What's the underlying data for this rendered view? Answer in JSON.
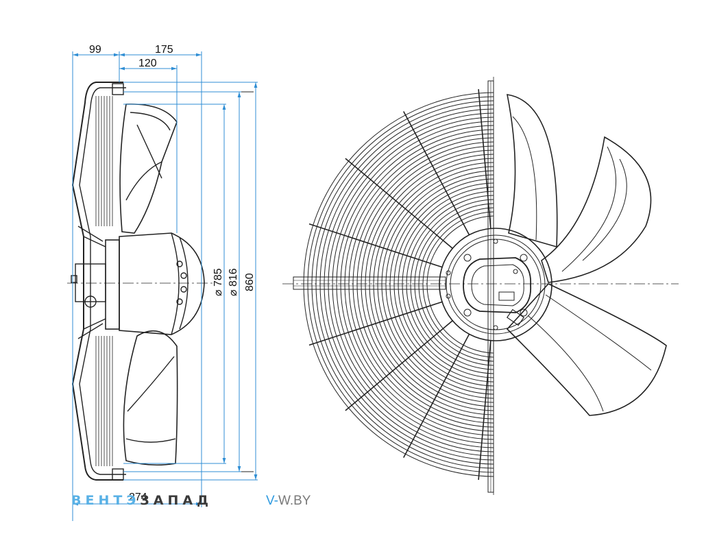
{
  "dimensions": {
    "d99": "99",
    "d175": "175",
    "d120": "120",
    "d274": "274",
    "d785": "785",
    "d816": "816",
    "d860": "860",
    "diameter_symbol": "⌀"
  },
  "watermark": {
    "brand_part1": "ВЕНТ",
    "brand_part2": "ЗАПАД",
    "site_part1": "V-",
    "site_part2": "W.BY"
  },
  "colors": {
    "dimension_line": "#2f8ed4",
    "outline": "#222222"
  }
}
